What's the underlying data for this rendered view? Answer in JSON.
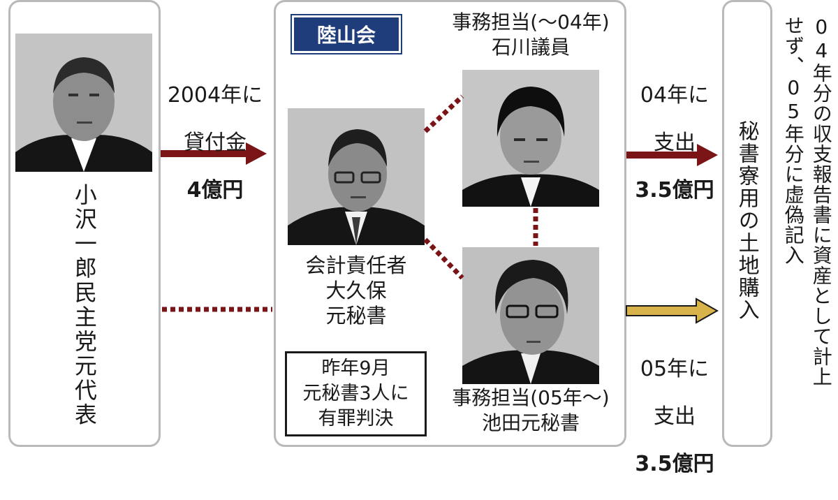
{
  "people": {
    "ozawa": {
      "label": "小沢一郎民主党元代表"
    },
    "okubo": {
      "label": "会計責任者\n大久保\n元秘書"
    },
    "ishikawa": {
      "label": "事務担当(～04年)\n石川議員"
    },
    "ikeda": {
      "label": "事務担当(05年～)\n池田元秘書"
    }
  },
  "organization": {
    "name": "陸山会"
  },
  "loan": {
    "line1": "2004年に",
    "line2": "貸付金",
    "amount": "4億円"
  },
  "payment_04": {
    "line1": "04年に",
    "line2": "支出",
    "amount": "3.5億円"
  },
  "payment_05": {
    "line1": "05年に",
    "line2": "支出",
    "amount": "3.5億円"
  },
  "verdict": {
    "text": "昨年9月\n元秘書3人に\n有罪判決"
  },
  "land": {
    "label": "秘書寮用の土地購入"
  },
  "note": {
    "line1": "04年分の収支報告書に資産として計上",
    "line2": "せず、05年分に虚偽記入"
  },
  "colors": {
    "arrow_dark": "#7a1416",
    "arrow_gold": "#d8b24a",
    "org_badge": "#1f3d7a",
    "panel_border": "#b9b9b9"
  }
}
